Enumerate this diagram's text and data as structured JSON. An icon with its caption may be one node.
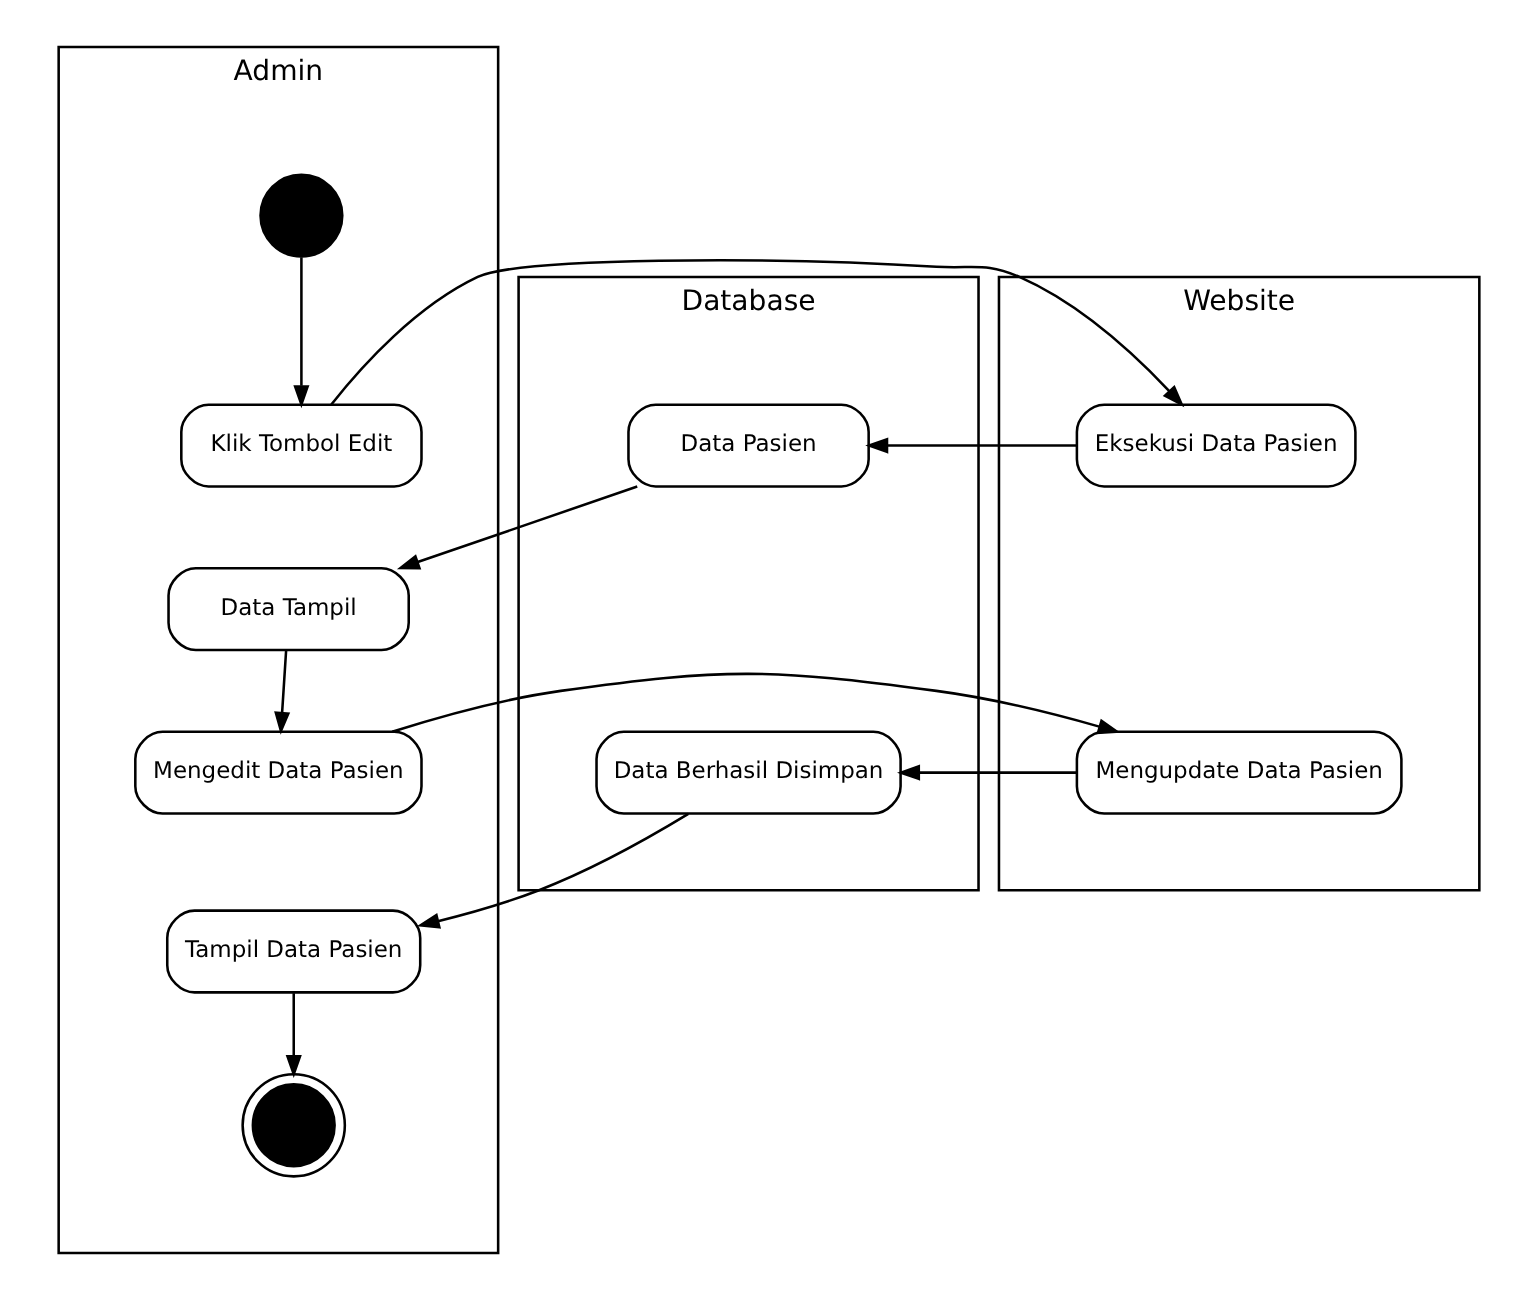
{
  "diagram": {
    "nodes": [
      {
        "text": [
          "Admin"
        ]
      },
      {
        "text": [
          "Website"
        ]
      },
      {
        "text": [
          "Database"
        ]
      },
      {
        "text": [],
        "shape": "circle",
        "in": 0
      },
      {
        "text": [
          "Klik Tombol Edit"
        ],
        "in": 0
      },
      {
        "text": [
          "Eksekusi Data Pasien"
        ],
        "in": 1
      },
      {
        "text": [
          "Data Pasien"
        ],
        "in": 2
      },
      {
        "text": [
          "Data Tampil"
        ],
        "in": 0
      },
      {
        "text": [
          "Mengedit Data Pasien"
        ],
        "in": 0
      },
      {
        "text": [
          "Mengupdate Data Pasien"
        ],
        "in": 1
      },
      {
        "text": [
          "Data Berhasil Disimpan"
        ],
        "in": 2
      },
      {
        "text": [
          "Tampil Data Pasien"
        ],
        "in": 0
      },
      {
        "text": [],
        "shape": "bullseye",
        "in": 0
      }
    ],
    "edges": [
      {
        "from": 3,
        "to": 4,
        "arrow": "to"
      },
      {
        "from": 4,
        "to": 5,
        "arrow": "to"
      },
      {
        "from": 5,
        "to": 6,
        "arrow": "to"
      },
      {
        "from": 6,
        "to": 7,
        "arrow": "to"
      },
      {
        "from": 7,
        "to": 8,
        "arrow": "to"
      },
      {
        "from": 8,
        "to": 9,
        "arrow": "to"
      },
      {
        "from": 9,
        "to": 10,
        "arrow": "to"
      },
      {
        "from": 10,
        "to": 11,
        "arrow": "to"
      },
      {
        "from": 11,
        "to": 12,
        "arrow": "to"
      }
    ]
  }
}
